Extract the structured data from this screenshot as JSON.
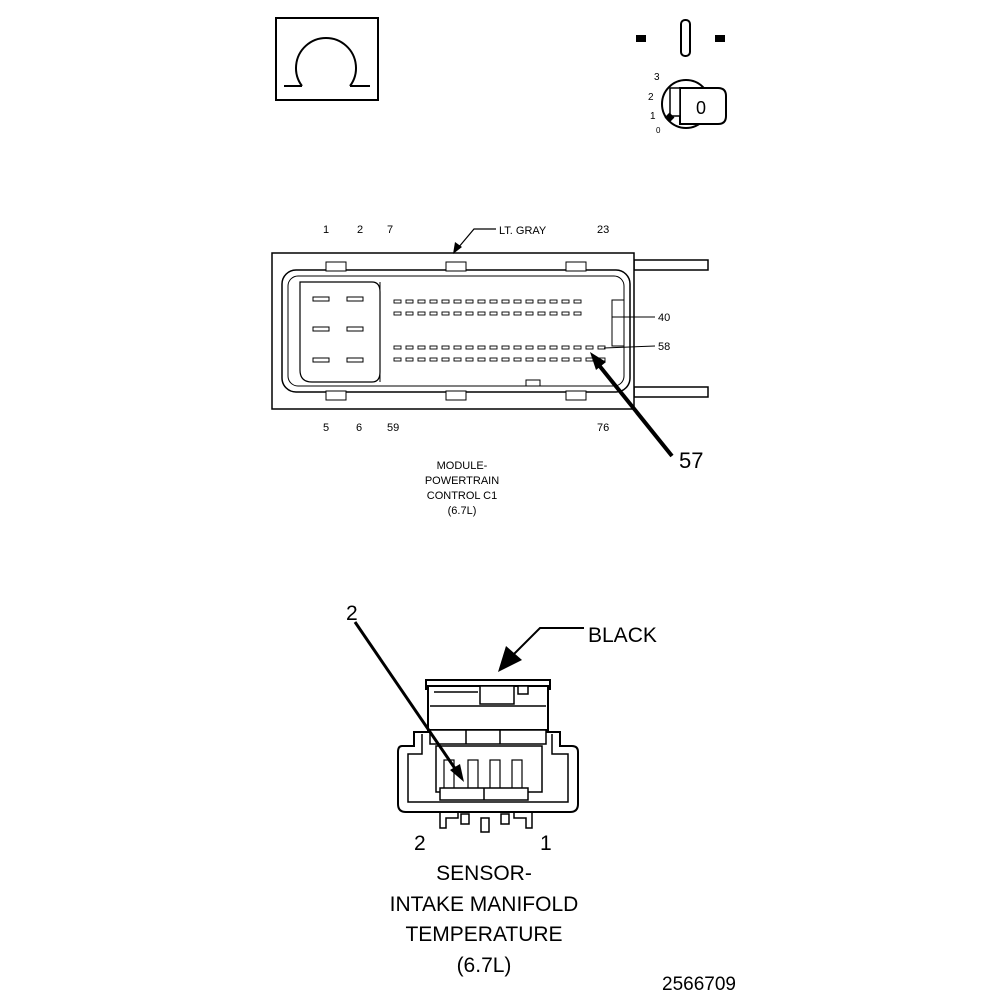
{
  "icons": {
    "ohms_icon": "ohmmeter-symbol-icon",
    "ignition_icon": "ignition-key-off-icon"
  },
  "ignition": {
    "positions": [
      "3",
      "2",
      "1",
      "0"
    ],
    "key_label": "0"
  },
  "pcm_connector": {
    "color_label": "LT. GRAY",
    "top_pins": [
      "1",
      "2",
      "7",
      "23"
    ],
    "bottom_pins": [
      "5",
      "6",
      "59",
      "76"
    ],
    "side_pins": [
      "40",
      "58"
    ],
    "callout_pin": "57",
    "title_lines": [
      "MODULE-",
      "POWERTRAIN",
      "CONTROL C1",
      "(6.7L)"
    ]
  },
  "sensor_connector": {
    "color_label": "BLACK",
    "callout_pin": "2",
    "pin_left": "2",
    "pin_right": "1",
    "title_lines": [
      "SENSOR-",
      "INTAKE MANIFOLD",
      "TEMPERATURE",
      "(6.7L)"
    ]
  },
  "figure_number": "2566709"
}
